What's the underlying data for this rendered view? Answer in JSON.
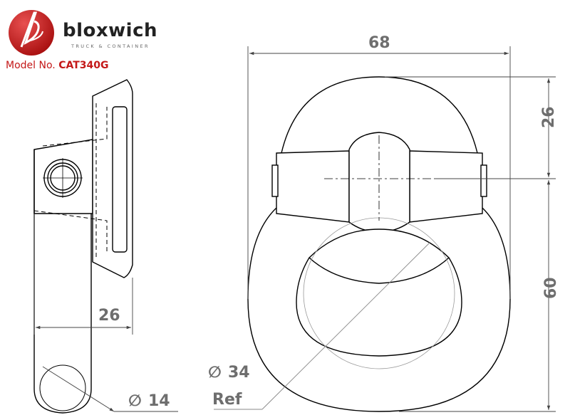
{
  "brand": {
    "name": "bloxwich",
    "tagline": "TRUCK & CONTAINER",
    "logo_color": "#c41818"
  },
  "model": {
    "label": "Model No.",
    "code": "CAT340G"
  },
  "dimensions": {
    "overall_width": "68",
    "top_height": "26",
    "lower_height": "60",
    "side_thickness": "26",
    "pin_diameter": "14",
    "ring_diameter": "34",
    "ring_note": "Ref",
    "diameter_symbol": "∅"
  }
}
